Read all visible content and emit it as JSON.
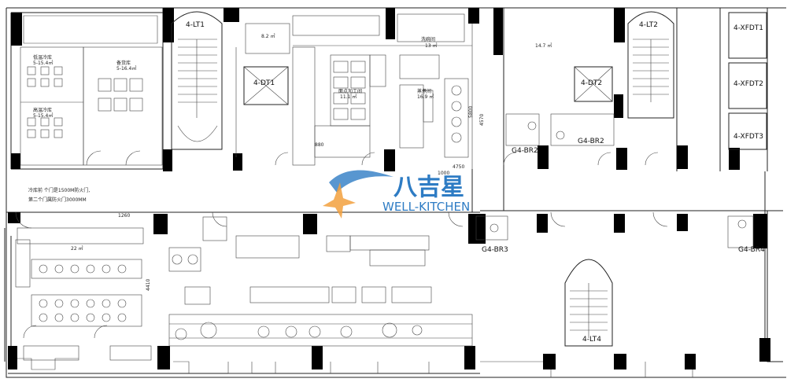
{
  "logo": {
    "name_cn": "八吉星",
    "name_en": "WELL-KITCHEN",
    "primary_color": "#2e7cc4",
    "accent_color": "#f2a03d"
  },
  "rooms": {
    "lt1": "4-LT1",
    "lt2": "4-LT2",
    "lt4": "4-LT4",
    "dt1": "4-DT1",
    "dt2": "4-DT2",
    "xfdt1": "4-XFDT1",
    "xfdt2": "4-XFDT2",
    "xfdt3": "4-XFDT3",
    "br2a": "G4-BR2",
    "br2b": "G4-BR2",
    "br3": "G4-BR3",
    "br4": "G4-BR4"
  },
  "notes": {
    "line1": "冷库前  个门是1500M防火门,",
    "line2": "第二个门属防火门3000MM"
  },
  "area_labels": {
    "a1": "低温冷库",
    "a1_sub": "5-15.4㎡",
    "a2": "高温冷库",
    "a2_sub": "5-15.4㎡",
    "a3": "备货库",
    "a3_sub": "5-16.4㎡",
    "a4": "面点加工间",
    "a4_sub": "11.1 ㎡",
    "a5": "蒸煮间",
    "a5_sub": "16.9 ㎡",
    "a6": "洗碗间",
    "a6_sub": "13 ㎡",
    "a7": "8.2 ㎡",
    "a8": "14.7 ㎡",
    "a9": "22 ㎡"
  },
  "dims": {
    "d1": "5800",
    "d2": "4570",
    "d3": "880",
    "d4": "4750",
    "d5": "1000",
    "d6": "1260",
    "d7": "4410"
  }
}
